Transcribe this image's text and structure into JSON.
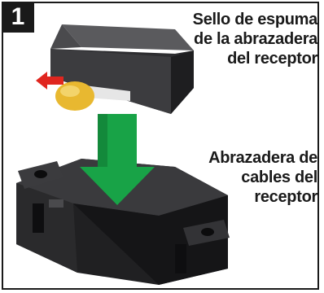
{
  "step": {
    "number": "1"
  },
  "labels": {
    "seal": [
      "Sello de espuma",
      "de la abrazadera",
      "del receptor"
    ],
    "clamp": [
      "Abrazadera de",
      "cables del",
      "receptor"
    ]
  },
  "colors": {
    "foam_top": "#4d4d4f",
    "foam_front": "#2c2c2e",
    "foam_side": "#1f1f21",
    "arrow_green": "#18a347",
    "arrow_red": "#e0261f",
    "tab_yellow": "#e8b830",
    "clamp_body": "#2a2a2c",
    "text": "#1a1a1a"
  },
  "icons": {
    "down_arrow": "green-down-arrow-icon",
    "peel_arrow": "red-peel-arrow-icon"
  }
}
